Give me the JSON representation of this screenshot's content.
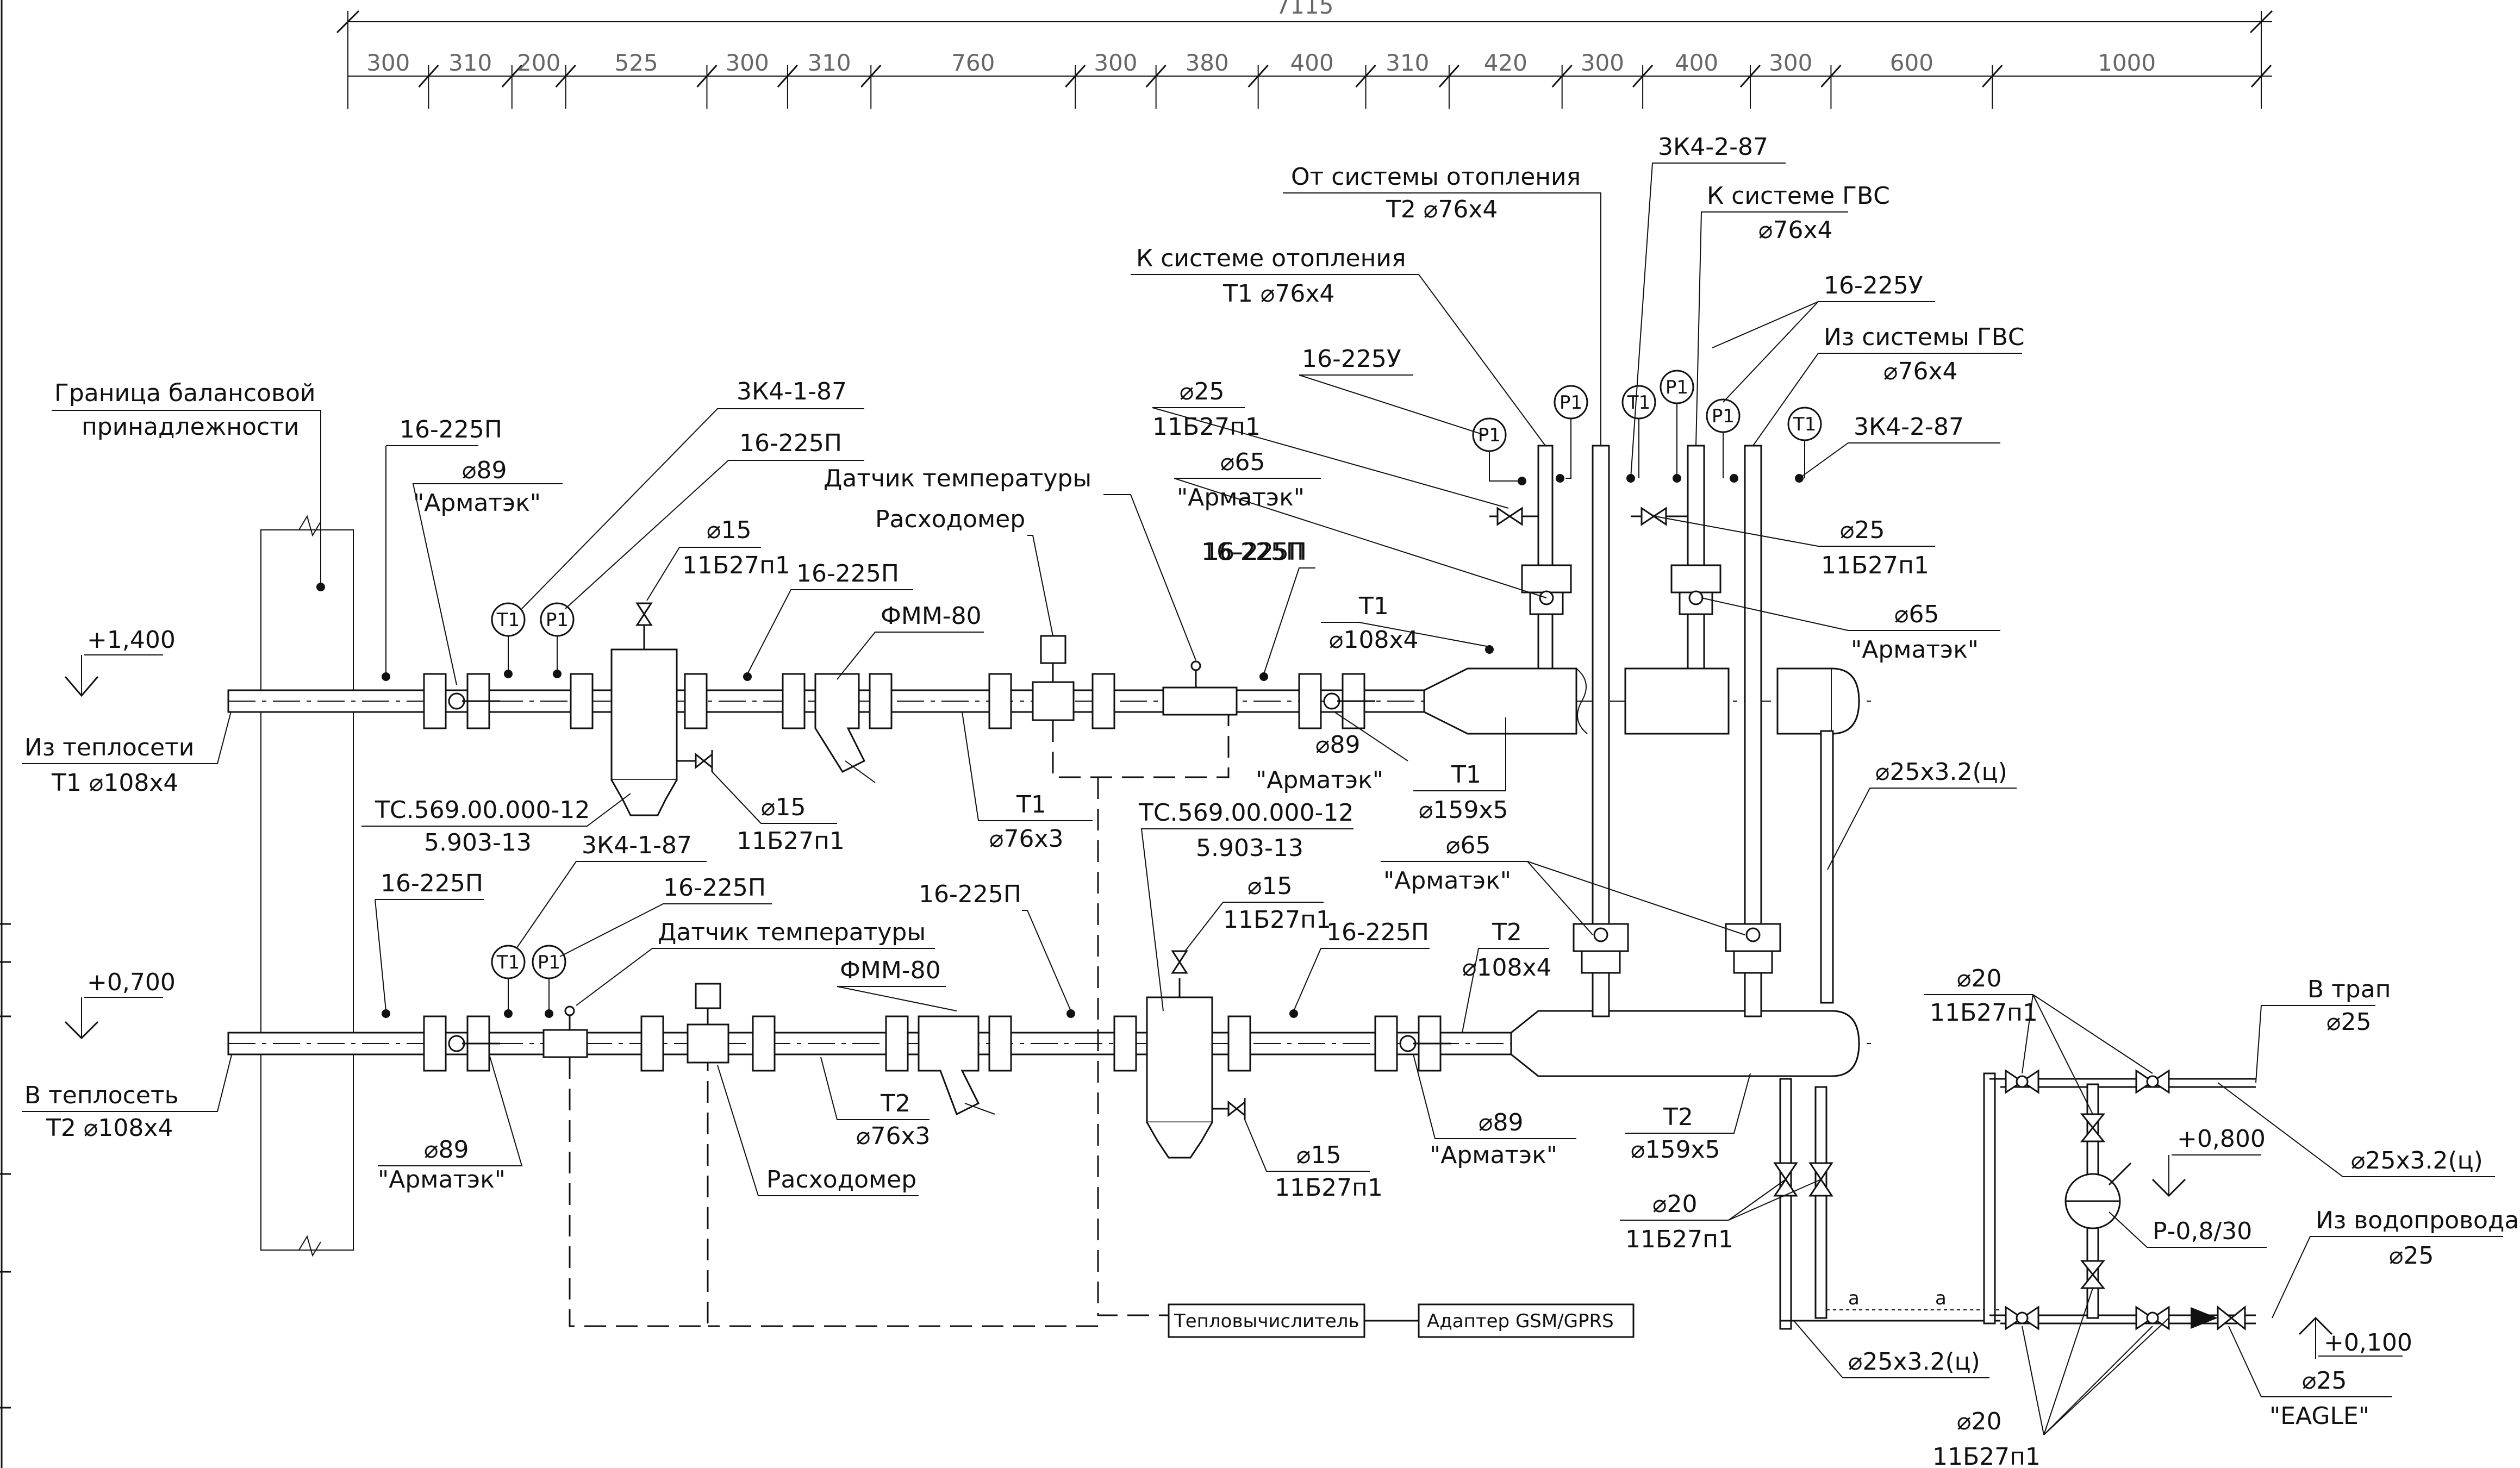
{
  "dimensions": {
    "total": "7115",
    "segments": [
      "300",
      "310",
      "200",
      "525",
      "300",
      "310",
      "760",
      "300",
      "380",
      "400",
      "310",
      "420",
      "300",
      "400",
      "300",
      "600",
      "1000"
    ]
  },
  "labels": {
    "boundary": [
      "Граница балансовой",
      "принадлежности"
    ],
    "elev_top": "+1,400",
    "elev_bottom": "+0,700",
    "elev_trap": "+0,800",
    "elev_water": "+0,100",
    "from_network": [
      "Из теплосети",
      "Т1 ⌀108х4"
    ],
    "to_network": [
      "В теплосеть",
      "Т2 ⌀108х4"
    ],
    "u1_16_225P": "16-225П",
    "u1_d89": "⌀89",
    "u1_armatek": "\"Арматэк\"",
    "u1_3K4": "3К4-1-87",
    "u1_16_225P_b": "16-225П",
    "u1_d15": "⌀15",
    "u1_11b27": "11Б27п1",
    "u1_16_225P_c": "16-225П",
    "u1_fmm": "ФММ-80",
    "u1_flow": "Расходомер",
    "u1_temp": "Датчик температуры",
    "u1_16_225P_d": "16-225П",
    "u1_T1": "Т1",
    "u1_d108": "⌀108х4",
    "u1_d89b": "⌀89",
    "u1_armatek_b": "\"Арматэк\"",
    "u1_T1b": "Т1",
    "u1_d159": "⌀159х5",
    "u1_d15b": "⌀15",
    "u1_11b27b": "11Б27п1",
    "u1_T1c": "Т1",
    "u1_d76": "⌀76х3",
    "tc1": [
      "ТС.569.00.000-12",
      "5.903-13"
    ],
    "tc2": [
      "ТС.569.00.000-12",
      "5.903-13"
    ],
    "u2_3K4": "3К4-1-87",
    "u2_16_225P": "16-225П",
    "u2_16_225P_b": "16-225П",
    "u2_temp": "Датчик температуры",
    "u2_16_225P_c": "16-225П",
    "u2_fmm": "ФММ-80",
    "u2_d15": "⌀15",
    "u2_11b27": "11Б27п1",
    "u2_16_225P_d": "16-225П",
    "u2_T2": "Т2",
    "u2_d108": "⌀108х4",
    "u2_d65": "⌀65",
    "u2_armatek65": "\"Арматэк\"",
    "u2_d89": "⌀89",
    "u2_armatek": "\"Арматэк\"",
    "u2_d89b": "⌀89",
    "u2_armatek_b": "\"Арматэк\"",
    "u2_flow": "Расходомер",
    "u2_T2b": "Т2",
    "u2_d76": "⌀76х3",
    "u2_d15b": "⌀15",
    "u2_11b27b": "11Б27п1",
    "u2_T2c": "Т2",
    "u2_d159": "⌀159х5",
    "from_heating": [
      "От системы отопления",
      "Т2 ⌀76х4"
    ],
    "to_heating": [
      "К системе отопления",
      "Т1 ⌀76х4"
    ],
    "k3_top": "3К4-2-87",
    "to_gvs": [
      "К системе ГВС",
      "⌀76х4"
    ],
    "u_16_225U": "16-225У",
    "u_16_225U_b": "16-225У",
    "from_gvs": [
      "Из системы ГВС",
      "⌀76х4"
    ],
    "k3_right": "3К4-2-87",
    "d25_left": "⌀25",
    "b27_left": "11Б27п1",
    "d65_left": "⌀65",
    "armatek_left": "\"Арматэк\"",
    "u_16_225P_top": "16-225П",
    "d25_right": "⌀25",
    "b27_right": "11Б27п1",
    "d65_right": "⌀65",
    "armatek_right": "\"Арматэк\"",
    "d25x32": "⌀25х3.2(ц)",
    "d20_top": "⌀20",
    "b27_d20_top": "11Б27п1",
    "to_trap": [
      "В трап",
      "⌀25"
    ],
    "d25x32_b": "⌀25х3.2(ц)",
    "p08": "Р-0,8/30",
    "from_water": [
      "Из водопровода",
      "⌀25"
    ],
    "d20_mid": "⌀20",
    "b27_d20_mid": "11Б27п1",
    "d25x32_c": "⌀25х3.2(ц)",
    "d25_eagle": "⌀25",
    "eagle": "\"EAGLE\"",
    "d20_bot": "⌀20",
    "b27_d20_bot": "11Б27п1",
    "calc": "Тепловычислитель",
    "adapter": "Адаптер GSM/GPRS",
    "T1": "Т1",
    "P1": "Р1",
    "a": "а"
  }
}
